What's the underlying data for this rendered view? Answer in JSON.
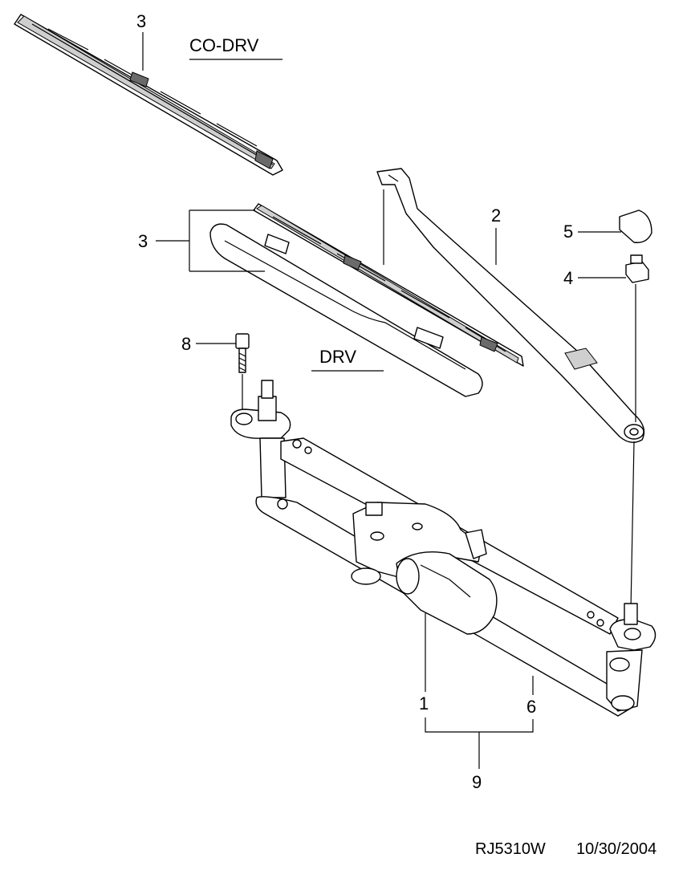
{
  "sections": {
    "co_drv": "CO-DRV",
    "drv": "DRV"
  },
  "callouts": [
    {
      "id": "1",
      "part": "motor"
    },
    {
      "id": "2",
      "part": "wiper-arm"
    },
    {
      "id": "3",
      "part": "wiper-blade"
    },
    {
      "id": "4",
      "part": "nut"
    },
    {
      "id": "5",
      "part": "cap"
    },
    {
      "id": "6",
      "part": "linkage"
    },
    {
      "id": "8",
      "part": "bolt"
    },
    {
      "id": "9",
      "part": "assembly"
    }
  ],
  "footer": {
    "code": "RJ5310W",
    "date": "10/30/2004"
  }
}
